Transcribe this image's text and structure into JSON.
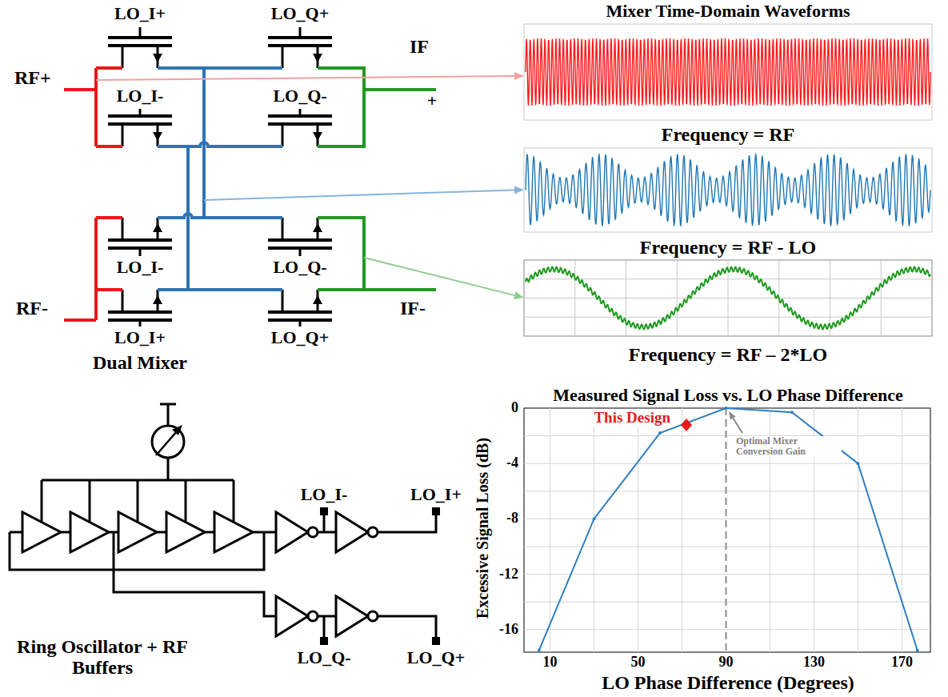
{
  "diagram": {
    "labels": [
      "LO_I+",
      "LO_Q+",
      "IF",
      "+",
      "RF+",
      "LO_I-",
      "LO_Q-",
      "LO_I-",
      "LO_Q-",
      "RF-",
      "IF-",
      "LO_I+",
      "LO_Q+",
      "Dual Mixer",
      "Mixer Time-Domain Waveforms",
      "Frequency = RF",
      "Frequency = RF - LO",
      "Frequency = RF – 2*LO",
      "LO_I-",
      "LO_I+",
      "Ring Oscillator + RF Buffers",
      "LO_Q-",
      "LO_Q+",
      "Measured Signal Loss vs. LO Phase Difference",
      "This Design",
      "Optimal Mixer Conversion Gain",
      "0",
      "-4",
      "-8",
      "-12",
      "-16",
      "Excessive Signal Loss (dB)",
      "10",
      "50",
      "90",
      "130",
      "170",
      "LO Phase Difference (Degrees)"
    ]
  }
}
